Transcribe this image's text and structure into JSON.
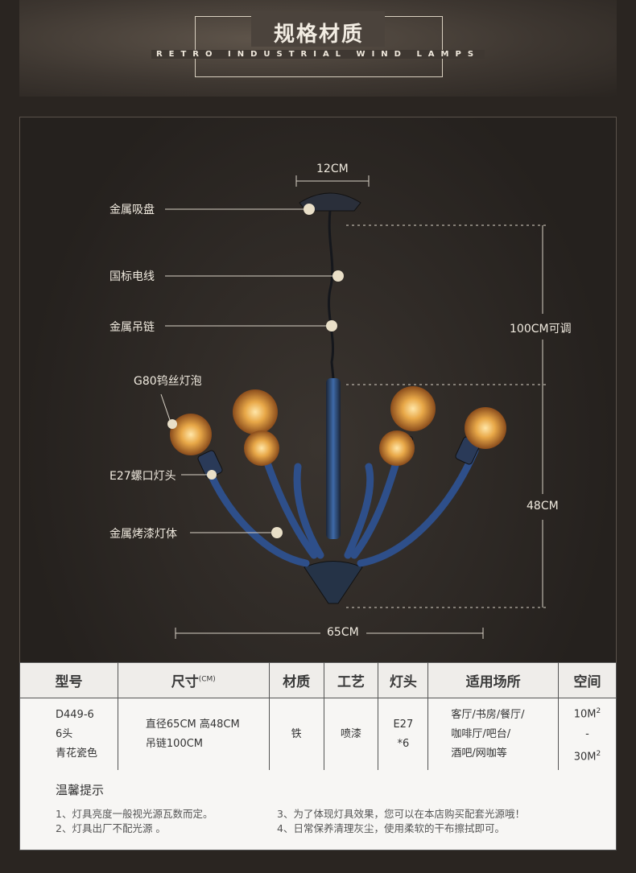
{
  "header": {
    "title": "规格材质",
    "subtitle": "RETRO INDUSTRIAL WIND LAMPS"
  },
  "labels": {
    "metal_canopy": "金属吸盘",
    "standard_wire": "国标电线",
    "metal_chain": "金属吊链",
    "bulb": "G80钨丝灯泡",
    "socket": "E27螺口灯头",
    "body": "金属烤漆灯体"
  },
  "dimensions": {
    "canopy_width": "12CM",
    "chain_length": "100CM可调",
    "body_height": "48CM",
    "body_width": "65CM"
  },
  "table": {
    "headers": [
      "型号",
      "尺寸",
      "材质",
      "工艺",
      "灯头",
      "适用场所",
      "空间"
    ],
    "size_unit": "(CM)",
    "row": {
      "model": [
        "D449-6",
        "6头",
        "青花瓷色"
      ],
      "size": [
        "直径65CM 高48CM",
        "吊链100CM"
      ],
      "material": "铁",
      "process": "喷漆",
      "lamp_base": [
        "E27",
        "*6"
      ],
      "places": [
        "客厅/书房/餐厅/",
        "咖啡厅/吧台/",
        "酒吧/网咖等"
      ],
      "space_min": "10M",
      "space_sep": "-",
      "space_max": "30M",
      "space_sup": "2"
    }
  },
  "tips": {
    "title": "温馨提示",
    "items": [
      "1、灯具亮度一般视光源瓦数而定。",
      "2、灯具出厂不配光源 。",
      "3、为了体现灯具效果，您可以在本店购买配套光源哦！",
      "4、日常保养清理灰尘，使用柔软的干布擦拭即可。"
    ]
  },
  "colors": {
    "background": "#2a2521",
    "bulb_glow": "#e8a848",
    "lamp_body": "#2e4f8a",
    "table_bg": "#f7f6f4"
  }
}
